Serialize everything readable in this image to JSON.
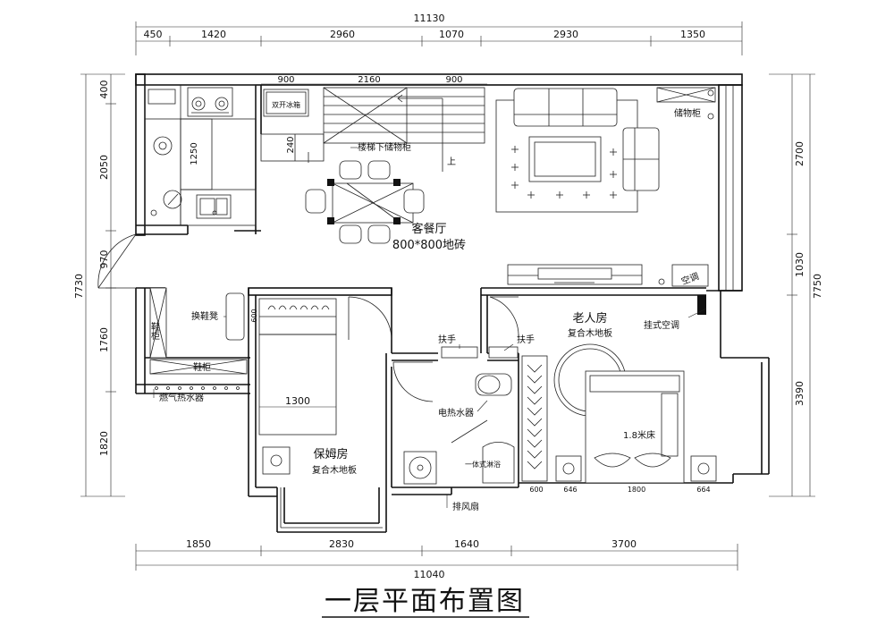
{
  "title": "一层平面布置图",
  "rooms": {
    "living": "客餐厅",
    "living_floor": "800*800地砖",
    "elder": "老人房",
    "elder_floor": "复合木地板",
    "nanny": "保姆房",
    "nanny_floor": "复合木地板"
  },
  "labels": {
    "fridge": "双开冰箱",
    "under_stair": "楼梯下储物柜",
    "up": "上",
    "storage": "储物柜",
    "ac": "空调",
    "wall_ac": "挂式空调",
    "bench": "换鞋凳",
    "shoe_v": "鞋柜",
    "shoe_h": "鞋柜",
    "gas_heater": "燃气热水器",
    "handrail_1": "扶手",
    "handrail_2": "扶手",
    "elec_heater": "电热水器",
    "bed": "1.8米床",
    "shower": "一体式淋浴",
    "exhaust": "排风扇"
  },
  "dims_top_total": "11130",
  "dims_top": [
    "450",
    "1420",
    "2960",
    "1070",
    "2930",
    "1350"
  ],
  "dims_bottom_total": "11040",
  "dims_bottom": [
    "1850",
    "2830",
    "1640",
    "3700"
  ],
  "dims_left_total": "7730",
  "dims_left": [
    "400",
    "2050",
    "970",
    "1760",
    "1820"
  ],
  "dims_right_total": "7750",
  "dims_right": [
    "2700",
    "1030",
    "3390"
  ],
  "dims_inner": {
    "stair_a": "900",
    "stair_b": "2160",
    "stair_c": "900",
    "counter": "1250",
    "step": "240",
    "wardrobe": "600",
    "nanny_width": "1300",
    "elder_a": "600",
    "elder_b": "646",
    "elder_c": "1800",
    "elder_d": "664"
  }
}
